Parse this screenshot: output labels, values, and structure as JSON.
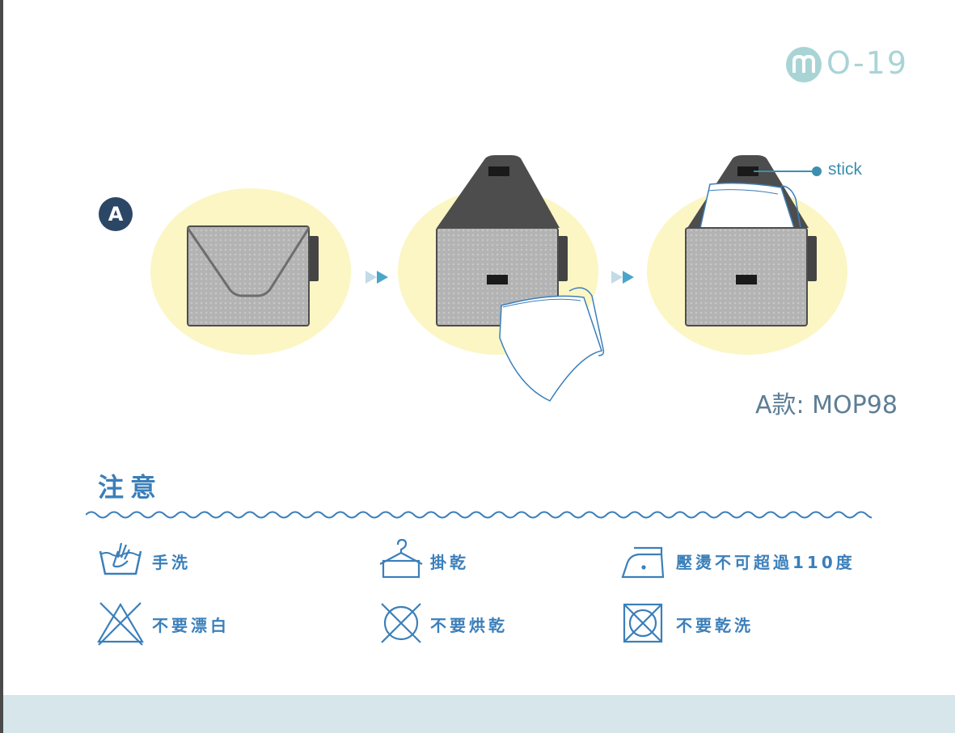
{
  "brand": {
    "text": "O-19",
    "logo_icon": "m-circle-logo-icon",
    "color": "#a9d4d6"
  },
  "instructions": {
    "section_letter": "A",
    "stick_label": "stick",
    "model_label": "A款: MOP98"
  },
  "care": {
    "title": "注意",
    "items": [
      {
        "icon": "hand-wash-icon",
        "label": "手洗"
      },
      {
        "icon": "hang-dry-icon",
        "label": "掛乾"
      },
      {
        "icon": "iron-icon",
        "label": "壓燙不可超過110度"
      },
      {
        "icon": "no-bleach-icon",
        "label": "不要漂白"
      },
      {
        "icon": "no-tumble-dry-icon",
        "label": "不要烘乾"
      },
      {
        "icon": "no-dry-clean-icon",
        "label": "不要乾洗"
      }
    ]
  },
  "colors": {
    "accent_blue": "#3b7fba",
    "badge_navy": "#2c4765",
    "highlight_yellow": "#fbf6c4",
    "pouch_gray": "#b3b3b3",
    "flap_dark": "#4d4d4d",
    "footer_band": "#d6e6ea"
  }
}
